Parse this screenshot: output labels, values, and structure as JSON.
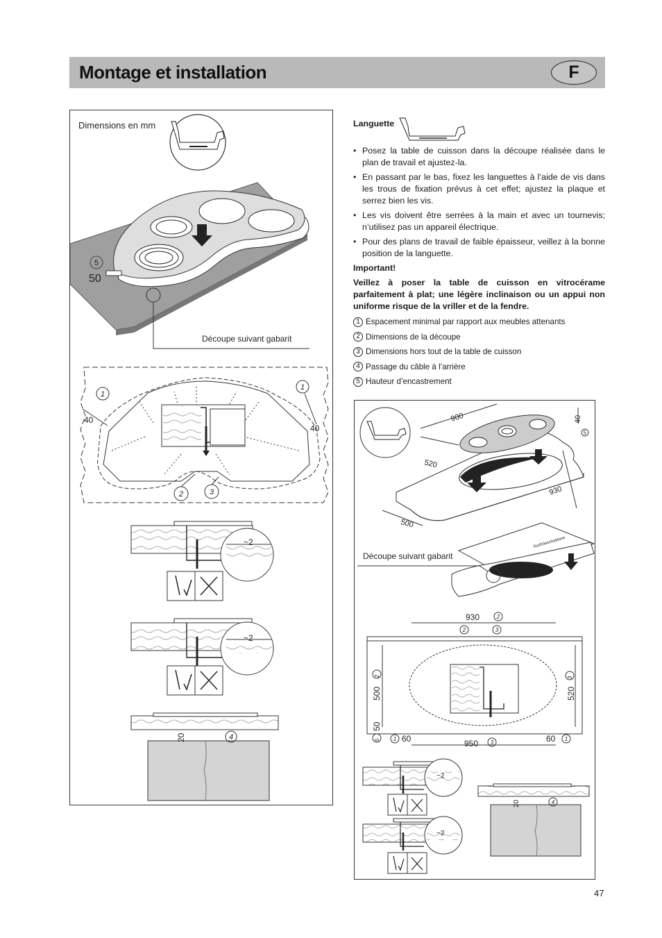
{
  "header": {
    "title": "Montage et installation",
    "lang_badge": "F"
  },
  "left_panel": {
    "dimensions_label": "Dimensions en mm",
    "cutout_label": "Découpe suivant gabarit",
    "callout_5": "5",
    "dim_50": "50",
    "dim_40_left": "40",
    "dim_40_right": "40",
    "callout_1_left": "1",
    "callout_1_right": "1",
    "callout_2": "2",
    "callout_3": "3",
    "gap_1": "~2",
    "gap_2": "~2",
    "dim_20": "20",
    "callout_4": "4"
  },
  "text": {
    "languette_title": "Languette",
    "bullets": [
      "Posez la table de cuisson dans la découpe réalisée dans le plan de travail et ajustez-la.",
      "En passant par le bas, fixez les languettes à l’aide de vis dans les trous de fixation prévus à cet effet; ajustez la plaque et serrez bien les vis.",
      "Les vis doivent être serrées à la main et avec un tournevis; n’utilisez pas un appareil électrique.",
      "Pour des plans de travail de faible épaisseur, veillez à la bonne position de la languette."
    ],
    "important": "Important!",
    "warning": "Veillez à poser la table de cuisson en vitrocérame parfaitement à plat; une légère inclinaison ou un appui non uniforme risque de la vriller et de la fendre.",
    "legend": [
      {
        "num": "1",
        "text": "Espacement minimal par rapport aux meubles attenants"
      },
      {
        "num": "2",
        "text": "Dimensions de la découpe"
      },
      {
        "num": "3",
        "text": "Dimensions hors tout de la table de cuisson"
      },
      {
        "num": "4",
        "text": "Passage du câble à l’arrière"
      },
      {
        "num": "5",
        "text": "Hauteur d’encastrement"
      }
    ]
  },
  "right_panel": {
    "dim_900": "900",
    "dim_40": "40",
    "callout_5": "5",
    "dim_520": "520",
    "dim_930": "930",
    "dim_500": "500",
    "template_text": "Ausfrässchablone",
    "cutout_label": "Découpe suivant gabarit",
    "plan_930": "930",
    "plan_c2_top": "2",
    "plan_c2_a": "2",
    "plan_c3_a": "3",
    "plan_500": "500",
    "plan_c2_left": "2",
    "plan_520": "520",
    "plan_c3_right": "3",
    "plan_50": "50",
    "plan_c5": "5",
    "plan_c1_left": "1",
    "plan_60_left": "60",
    "plan_950": "950",
    "plan_c3_bottom": "3",
    "plan_60_right": "60",
    "plan_c1_right": "1",
    "gap_1": "~2",
    "gap_2": "~2",
    "dim_20": "20",
    "callout_4": "4"
  },
  "page_number": "47"
}
